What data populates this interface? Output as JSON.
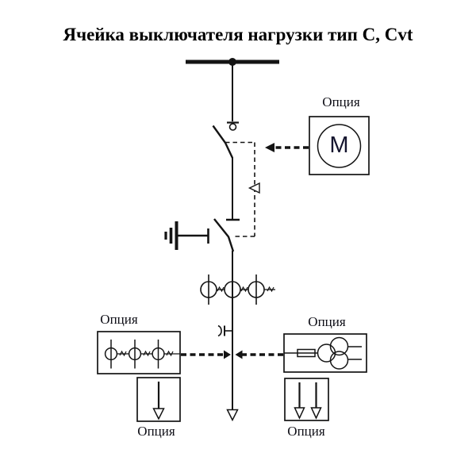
{
  "title": "Ячейка выключателя нагрузки тип C, Cvt",
  "colors": {
    "line": "#141414",
    "text": "#101018",
    "background": "#ffffff"
  },
  "motor_option": {
    "label": "Опция",
    "motor_letter": "M"
  },
  "ct_option": {
    "label": "Опция"
  },
  "vt_option": {
    "label": "Опция"
  },
  "outgoing_left": {
    "label": "Опция"
  },
  "outgoing_right": {
    "label": "Опция"
  },
  "components": [
    "busbar",
    "load-break-switch",
    "earthing-switch",
    "motor-drive-option",
    "current-transformers-3ph",
    "capacitive-voltage-tap",
    "ct-metering-option",
    "fused-voltage-transformer-option",
    "outgoing-feeder",
    "outgoing-cable-options"
  ]
}
